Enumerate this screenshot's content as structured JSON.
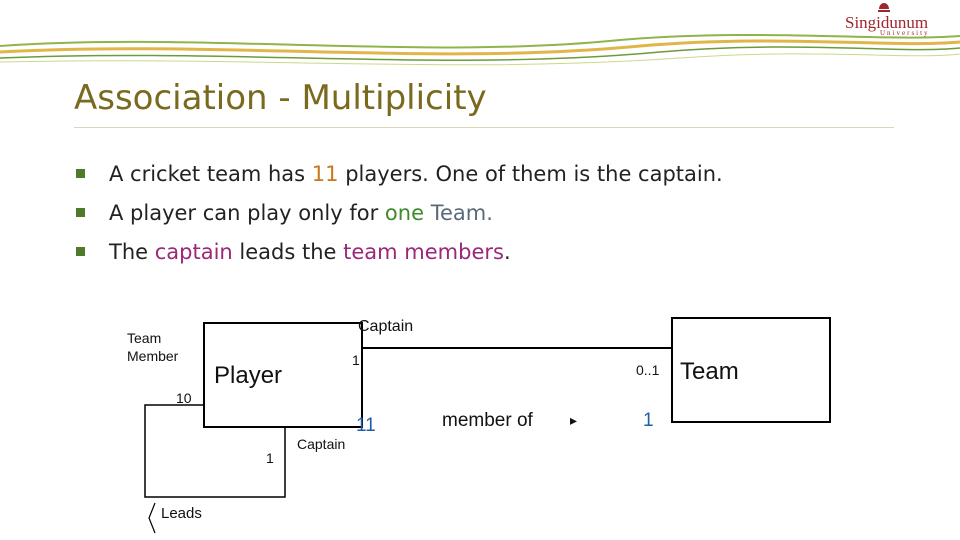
{
  "logo": {
    "name": "Singidunum",
    "subtitle": "University"
  },
  "title": "Association - Multiplicity",
  "bullets": [
    {
      "parts": [
        {
          "text": "A cricket team has ",
          "hl": ""
        },
        {
          "text": "11",
          "hl": "orange"
        },
        {
          "text": " players. One of them is the captain.",
          "hl": ""
        }
      ]
    },
    {
      "parts": [
        {
          "text": "A player can play only for ",
          "hl": ""
        },
        {
          "text": "one",
          "hl": "green"
        },
        {
          "text": " ",
          "hl": ""
        },
        {
          "text": "Team.",
          "hl": "gray"
        }
      ]
    },
    {
      "parts": [
        {
          "text": "The ",
          "hl": ""
        },
        {
          "text": "captain",
          "hl": "purple"
        },
        {
          "text": " leads the ",
          "hl": ""
        },
        {
          "text": "team members",
          "hl": "purple"
        },
        {
          "text": ".",
          "hl": ""
        }
      ]
    }
  ],
  "diagram": {
    "player_class": "Player",
    "team_class": "Team",
    "role_captain_top": "Captain",
    "mult_player_side": "1",
    "mult_team_side": "0..1",
    "role_team_member_line1": "Team",
    "role_team_member_line2": "Member",
    "mult_members": "10",
    "mult_leads_player": "1",
    "role_captain_bottom": "Captain",
    "mult_players_count": "11",
    "assoc_label": "member of",
    "assoc_direction_glyph": "▸",
    "mult_one_team": "1",
    "self_assoc_label": "Leads",
    "colors": {
      "line": "#000000",
      "blue_multiplicity": "#1f5fa8"
    }
  }
}
